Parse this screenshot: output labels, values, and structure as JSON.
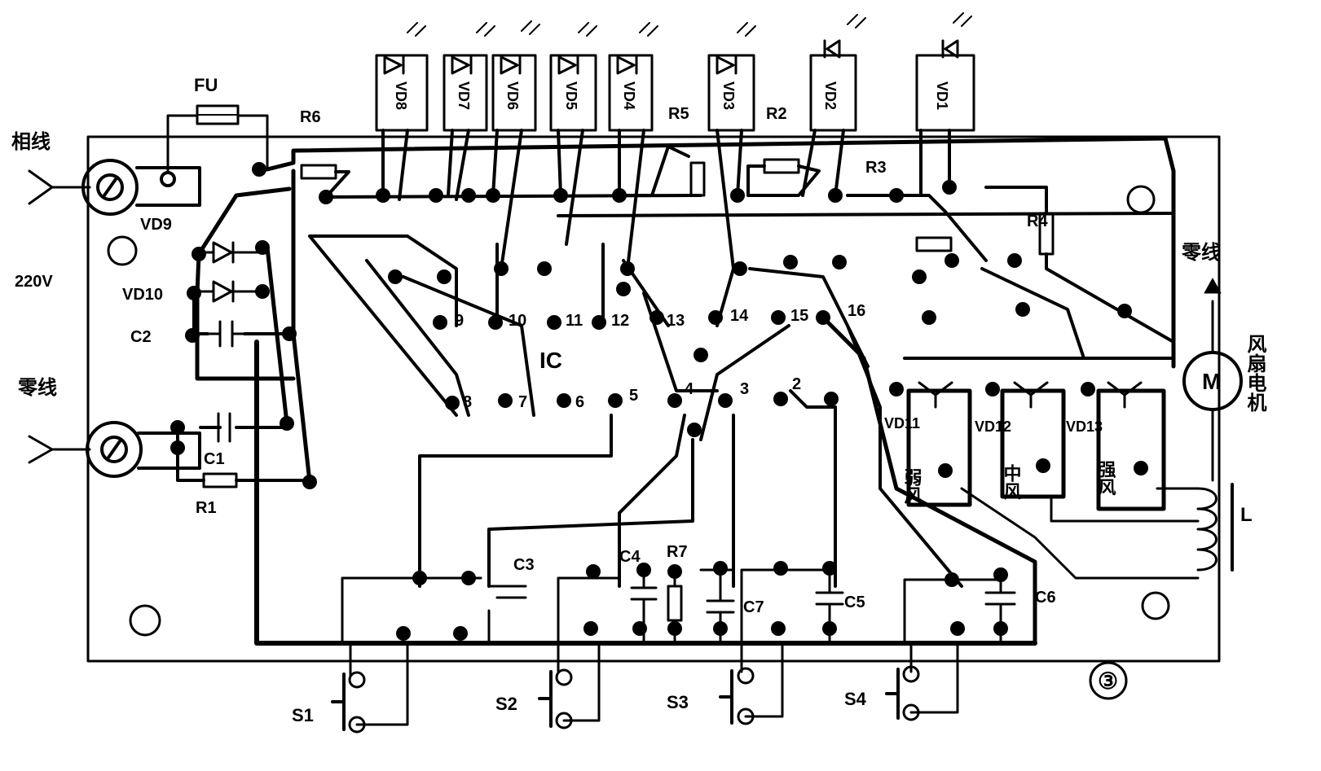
{
  "labels": {
    "phase_line": "相线",
    "neutral_line_left": "零线",
    "neutral_line_right": "零线",
    "mains_voltage": "220V",
    "fuse": "FU",
    "motor_caption": "风扇电机",
    "motor_symbol": "M",
    "inductor": "L",
    "ic": "IC",
    "figure_number": "③"
  },
  "resistors": {
    "r1": "R1",
    "r2": "R2",
    "r3": "R3",
    "r4": "R4",
    "r5": "R5",
    "r6": "R6",
    "r7": "R7"
  },
  "capacitors": {
    "c1": "C1",
    "c2": "C2",
    "c3": "C3",
    "c4": "C4",
    "c5": "C5",
    "c6": "C6",
    "c7": "C7"
  },
  "diodes": {
    "vd9": "VD9",
    "vd10": "VD10",
    "vd11": "VD11",
    "vd12": "VD12",
    "vd13": "VD13"
  },
  "leds": [
    "VD8",
    "VD7",
    "VD6",
    "VD5",
    "VD4",
    "VD3",
    "VD2",
    "VD1"
  ],
  "switches": [
    "S1",
    "S2",
    "S3",
    "S4"
  ],
  "speed_labels": {
    "low": "弱风",
    "mid": "中风",
    "high": "强风"
  },
  "ic_pins_top": [
    "9",
    "10",
    "11",
    "12",
    "13",
    "14",
    "15",
    "16"
  ],
  "ic_pins_bottom": [
    "8",
    "7",
    "6",
    "5",
    "4",
    "3",
    "2"
  ]
}
